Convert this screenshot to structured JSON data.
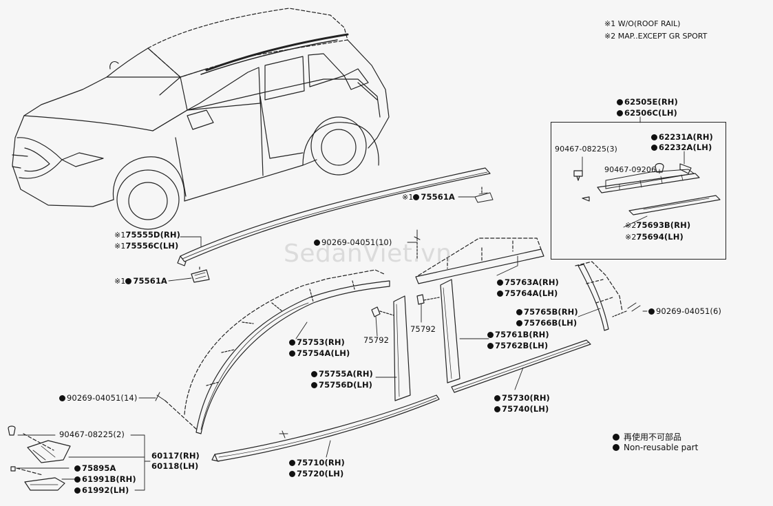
{
  "notes": {
    "note1": "※1 W/O(ROOF RAIL)",
    "note2": "※2 MAP..EXCEPT GR SPORT"
  },
  "watermark": "SedanViet.vn",
  "legend": {
    "item_jp": "再使用不可部品",
    "item_en": "Non-reusable part"
  },
  "parts": {
    "p62505E": "62505E(RH)",
    "p62506C": "62506C(LH)",
    "p62231A": "62231A(RH)",
    "p62232A": "62232A(LH)",
    "p90467_08225_3": "90467-08225(3)",
    "p90467_09206": "90467-09206",
    "p75693B": "75693B(RH)",
    "p75694": "75694(LH)",
    "p75561A_top": "75561A",
    "p75555D": "75555D(RH)",
    "p75556C": "75556C(LH)",
    "p75561A_left": "75561A",
    "p90269_04051_10": "90269-04051(10)",
    "p75763A": "75763A(RH)",
    "p75764A": "75764A(LH)",
    "p75765B": "75765B(RH)",
    "p75766B": "75766B(LH)",
    "p90269_04051_6": "90269-04051(6)",
    "p75753": "75753(RH)",
    "p75754A": "75754A(LH)",
    "p75792_a": "75792",
    "p75792_b": "75792",
    "p75761B": "75761B(RH)",
    "p75762B": "75762B(LH)",
    "p75755A": "75755A(RH)",
    "p75756D": "75756D(LH)",
    "p90269_04051_14": "90269-04051(14)",
    "p75730": "75730(RH)",
    "p75740": "75740(LH)",
    "p90467_08225_2": "90467-08225(2)",
    "p60117": "60117(RH)",
    "p60118": "60118(LH)",
    "p75895A": "75895A",
    "p61991B": "61991B(RH)",
    "p61992": "61992(LH)",
    "p75710": "75710(RH)",
    "p75720": "75720(LH)"
  },
  "marks": {
    "m1": "※1",
    "m2": "※2"
  }
}
